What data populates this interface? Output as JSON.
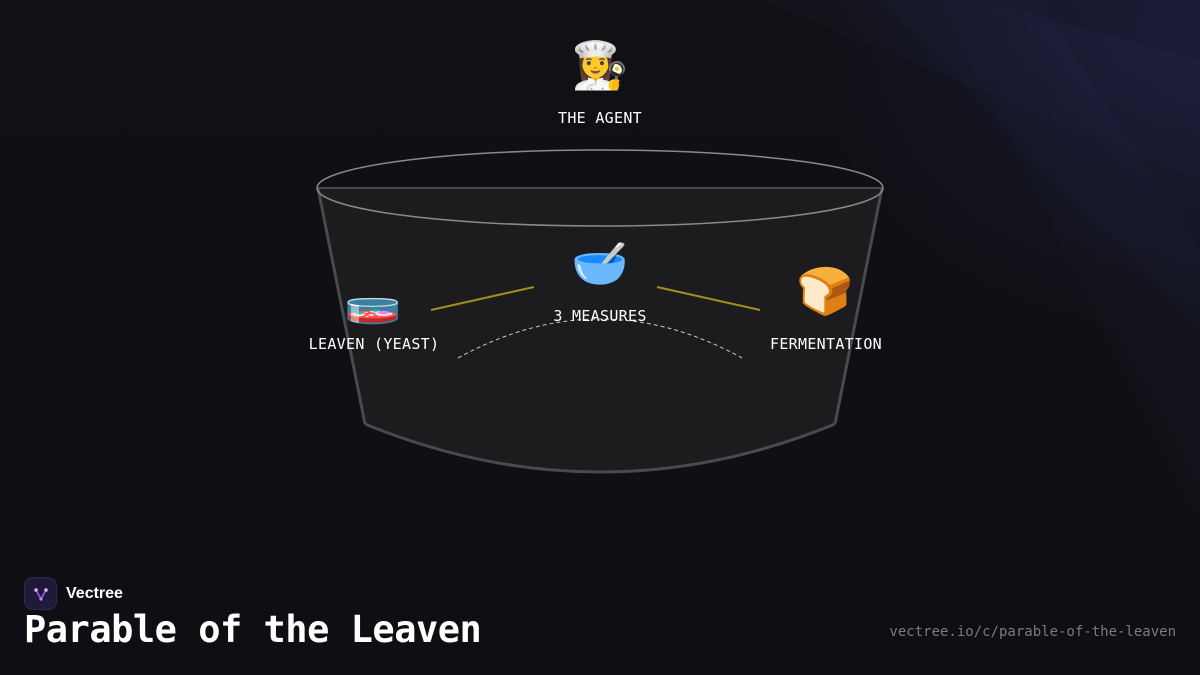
{
  "nodes": {
    "agent": {
      "label": "THE AGENT",
      "icon": "woman-cook-icon",
      "glyph": "👩‍🍳"
    },
    "measures": {
      "label": "3 MEASURES",
      "icon": "bowl-with-spoon-icon",
      "glyph": "🥣"
    },
    "leaven": {
      "label": "LEAVEN (YEAST)",
      "icon": "petri-dish-icon",
      "glyph": "🧫"
    },
    "fermentation": {
      "label": "FERMENTATION",
      "icon": "bread-icon",
      "glyph": "🍞"
    }
  },
  "colors": {
    "background": "#0f0f13",
    "bowl_fill": "#1c1c1e",
    "bowl_stroke": "#555558",
    "rim_stroke": "#8a8a8e",
    "connector": "#a68c1e",
    "arc": "#c8c8cc"
  },
  "brand": {
    "name": "Vectree",
    "logo_icon": "vectree-logo-icon"
  },
  "footer": {
    "title": "Parable of the Leaven",
    "url": "vectree.io/c/parable-of-the-leaven"
  }
}
